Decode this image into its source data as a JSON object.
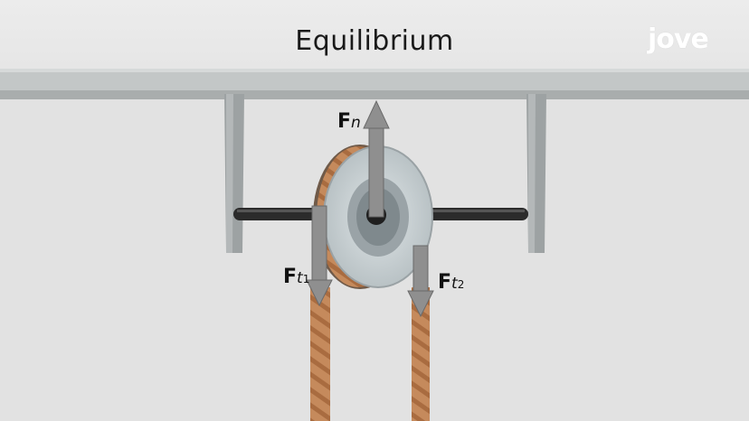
{
  "header": {
    "title": "Equilibrium",
    "logo_text": "jove"
  },
  "labels": {
    "normal_force": {
      "main": "F",
      "sub": "n"
    },
    "tension_left": {
      "main": "F",
      "sub": "t",
      "subsub": "1"
    },
    "tension_right": {
      "main": "F",
      "sub": "t",
      "subsub": "2"
    }
  },
  "colors": {
    "beam": "#bfc3c3",
    "pulley_outer": "#c9d0d2",
    "pulley_inner": "#8e979b",
    "axle": "#2a2a2a",
    "rope": "#c58a5c",
    "arrow": "#8c8c8c"
  }
}
